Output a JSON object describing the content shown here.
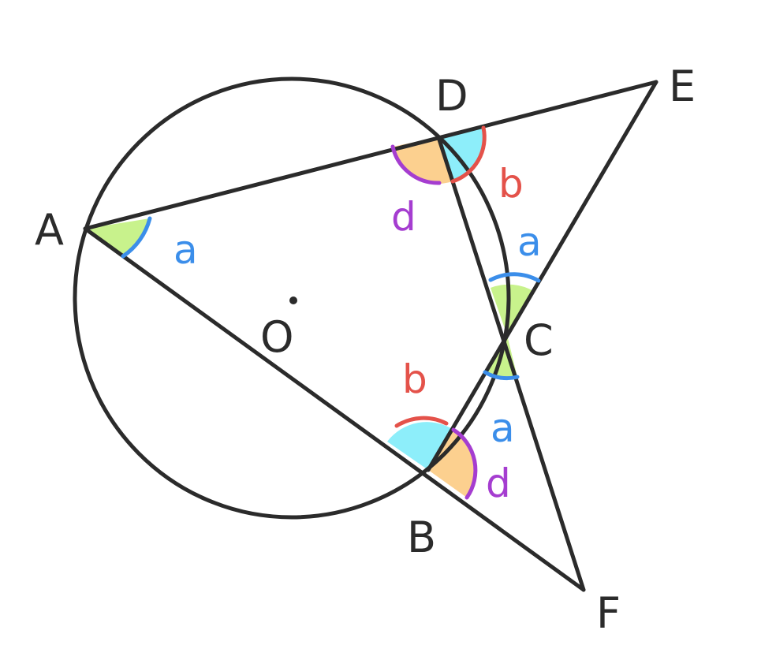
{
  "colors": {
    "stroke": "#2b2b2b",
    "blue": "#3b8eea",
    "red": "#e4524a",
    "purple": "#a53dd0",
    "green_fill": "#c8f28c",
    "cyan_fill": "#8deefa",
    "orange_fill": "#fcd08f"
  },
  "points": {
    "A": "A",
    "B": "B",
    "C": "C",
    "D": "D",
    "E": "E",
    "F": "F",
    "O": "O"
  },
  "angle_labels": {
    "a_at_A": "a",
    "b_at_D": "b",
    "d_at_D": "d",
    "a_upper_C": "a",
    "a_lower_C": "a",
    "b_at_B": "b",
    "d_at_B": "d"
  }
}
